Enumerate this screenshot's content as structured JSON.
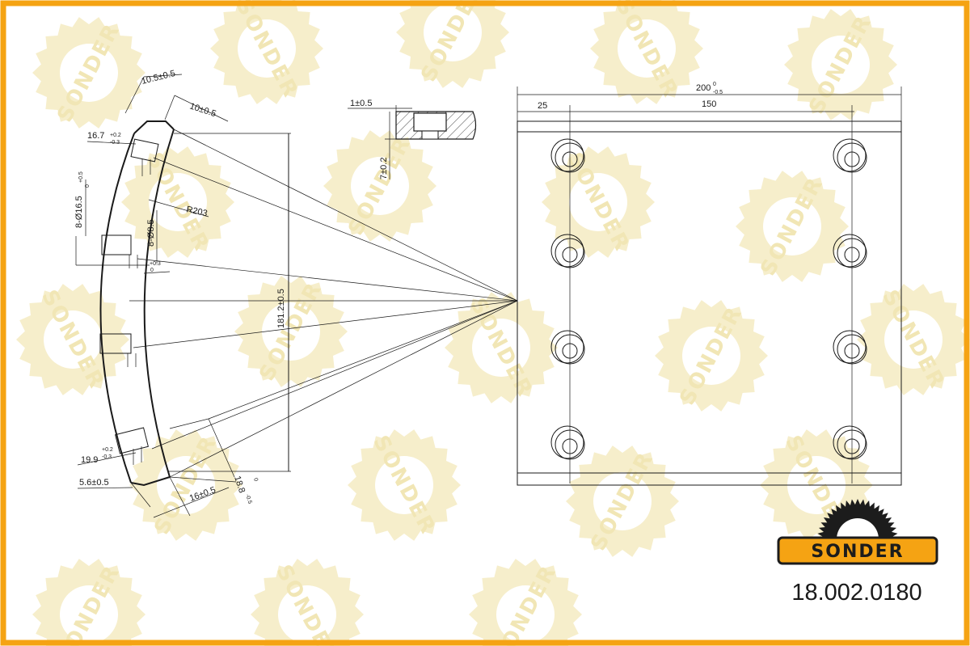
{
  "brand": {
    "name": "SONDER",
    "part_number": "18.002.0180",
    "frame_color": "#f5a313",
    "logo_fill": "#f5a313",
    "logo_dark": "#1c1c1c"
  },
  "watermark": {
    "text": "SONDER"
  },
  "side_view": {
    "dims": {
      "top_edge": "10.5±0.5",
      "top_edge2": "10±0.5",
      "height_top": "16.7",
      "height_top_tol_up": "+0.2",
      "height_top_tol_dn": "-0.3",
      "counterbore": "8-Ø16.5",
      "counterbore_tol_up": "+0.5",
      "counterbore_tol_dn": "0",
      "hole": "8-Ø8.5",
      "hole_tol_up": "+0.3",
      "hole_tol_dn": "0",
      "radius": "R203",
      "chord": "181.2±0.5",
      "height_bottom": "19.9",
      "height_bottom_tol_up": "+0.2",
      "height_bottom_tol_dn": "-0.3",
      "bottom_edge": "5.6±0.5",
      "bottom_width": "16±0.5",
      "thickness": "18.8",
      "thickness_tol_up": "0",
      "thickness_tol_dn": "-0.5"
    }
  },
  "section_view": {
    "dims": {
      "step": "1±0.5",
      "depth": "7±0.2"
    }
  },
  "plan_view": {
    "dims": {
      "width": "200",
      "width_tol_up": "0",
      "width_tol_dn": "-0.5",
      "offset": "25",
      "spacing": "150"
    },
    "rivet_rows": 4,
    "rivet_cols": 2
  }
}
